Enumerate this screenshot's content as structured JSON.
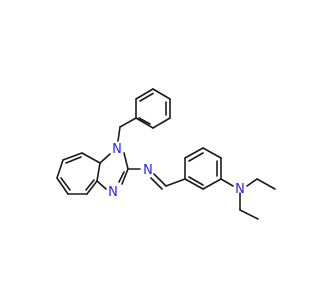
{
  "molecule": {
    "atoms": [
      {
        "id": "N1",
        "label": "N",
        "color": "#2020ff"
      },
      {
        "id": "N3",
        "label": "N",
        "color": "#2020ff"
      },
      {
        "id": "Nimine",
        "label": "N",
        "color": "#2020ff"
      },
      {
        "id": "Namine",
        "label": "N",
        "color": "#2020ff"
      }
    ],
    "bond_color": "#1a1a1a",
    "background": "#ffffff"
  }
}
